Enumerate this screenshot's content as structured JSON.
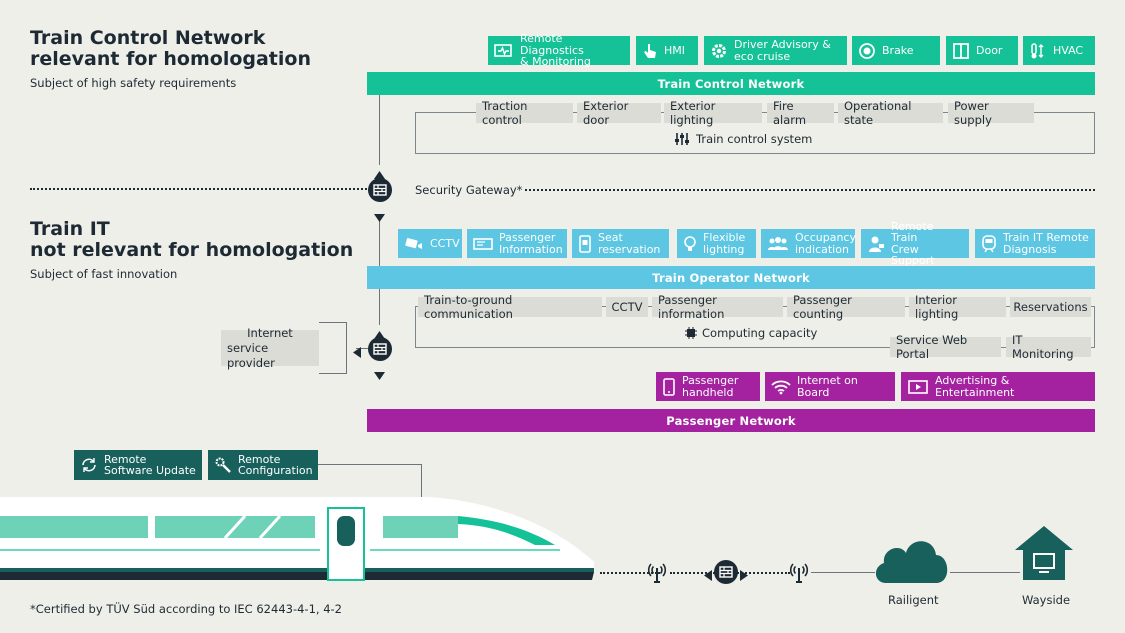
{
  "heading1": {
    "line1": "Train Control Network",
    "line2": "relevant for homologation",
    "sub": "Subject of high safety requirements"
  },
  "heading2": {
    "line1": "Train IT",
    "line2": "not relevant for homologation",
    "sub": "Subject of fast innovation"
  },
  "control_tiles": [
    {
      "l1": "Remote Diagnostics",
      "l2": "& Monitoring",
      "icon": "diagnostics-icon"
    },
    {
      "l1": "HMI",
      "l2": "",
      "icon": "touch-icon"
    },
    {
      "l1": "Driver Advisory &",
      "l2": "eco cruise",
      "icon": "gear-icon"
    },
    {
      "l1": "Brake",
      "l2": "",
      "icon": "brake-icon"
    },
    {
      "l1": "Door",
      "l2": "",
      "icon": "door-icon"
    },
    {
      "l1": "HVAC",
      "l2": "",
      "icon": "thermometer-icon"
    }
  ],
  "control_network": "Train Control Network",
  "control_functions": [
    "Traction control",
    "Exterior door",
    "Exterior lighting",
    "Fire alarm",
    "Operational state",
    "Power supply"
  ],
  "control_system": "Train control system",
  "security_gateway": "Security Gateway*",
  "it_tiles": [
    {
      "l1": "CCTV",
      "l2": "",
      "icon": "camera-icon"
    },
    {
      "l1": "Passenger",
      "l2": "Information",
      "icon": "display-icon"
    },
    {
      "l1": "Seat",
      "l2": "reservation",
      "icon": "phone-icon"
    },
    {
      "l1": "Flexible",
      "l2": "lighting",
      "icon": "bulb-icon"
    },
    {
      "l1": "Occupancy",
      "l2": "indication",
      "icon": "people-icon"
    },
    {
      "l1": "Remote Train",
      "l2": "Crew Support",
      "icon": "person-icon"
    },
    {
      "l1": "Train IT Remote",
      "l2": "Diagnosis",
      "icon": "train-icon"
    }
  ],
  "operator_network": "Train Operator Network",
  "it_functions": [
    "Train-to-ground communication",
    "CCTV",
    "Passenger information",
    "Passenger counting",
    "Interior lighting",
    "Reservations"
  ],
  "computing": "Computing capacity",
  "it_functions2": [
    "Service Web Portal",
    "IT Monitoring"
  ],
  "isp": {
    "l1": "Internet",
    "l2": "service provider"
  },
  "passenger_tiles": [
    {
      "l1": "Passenger",
      "l2": "handheld",
      "icon": "phone-icon"
    },
    {
      "l1": "Internet on Board",
      "l2": "",
      "icon": "wifi-icon"
    },
    {
      "l1": "Advertising & Entertainment",
      "l2": "",
      "icon": "play-icon"
    }
  ],
  "passenger_network": "Passenger Network",
  "remote_tiles": [
    {
      "l1": "Remote",
      "l2": "Software Update",
      "icon": "update-icon"
    },
    {
      "l1": "Remote",
      "l2": "Configuration",
      "icon": "wrench-icon"
    }
  ],
  "railigent": "Railigent",
  "wayside": "Wayside",
  "footnote": "*Certified by TÜV Süd according to IEC 62443-4-1, 4-2",
  "colors": {
    "control": "#15c196",
    "operator": "#5cc6e3",
    "passenger": "#a4219f",
    "remote": "#17605c",
    "dark": "#1d2a33"
  }
}
